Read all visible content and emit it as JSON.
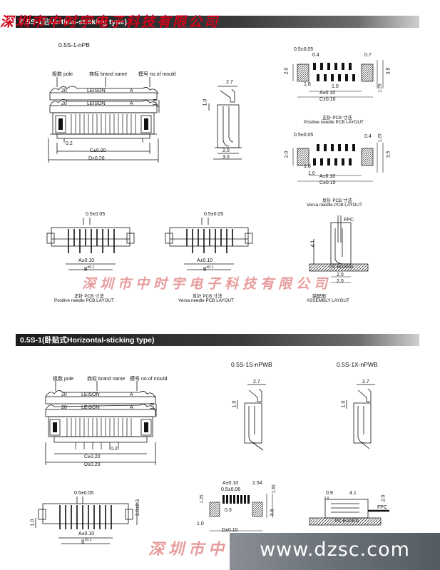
{
  "watermark": {
    "text": "深圳市中时宇电子科技有限公司",
    "text_short": "深圳市中",
    "site": "www.dzsc.com"
  },
  "section1": {
    "bar_visible": "0.5S-1",
    "bar_hidden": "Vertical-sticking type)",
    "bar_mid": "贴",
    "model": "0.5S-1-nPB",
    "pole_label": "极数 pole",
    "brand_label": "商标 brand name",
    "mould_label": "模号 no.of mould",
    "num_20": "20",
    "leison": "LEISON",
    "letter_a": "A",
    "dim_1_0": "1.0",
    "dim_0_2": "0.2",
    "dim_c": "C±0.20",
    "dim_d": "D±0.20",
    "side_2_7": "2.7",
    "side_1_0": "1.0",
    "side_2_0": "2.0",
    "side_3_0": "3.0",
    "pcb1": {
      "d05": "0.5±0.05",
      "d04": "0.4",
      "d07": "0.7",
      "d20": "2.0",
      "d18": "1.8",
      "d10": "1.0",
      "d35": "3.5",
      "d125": "1.25",
      "da": "A±0.10",
      "dc": "C±0.10",
      "cap_cn": "正针 PCB 寸法",
      "cap_en": "Positive needle PCB LAYOUT"
    },
    "pcb2": {
      "d05": "0.5±0.05",
      "d04": "0.4",
      "d125": "1.25",
      "d20": "2.0",
      "d18": "1.8",
      "d10": "1.0",
      "d35": "3.5",
      "da": "A±0.10",
      "dc": "C±0.10",
      "cap_cn": "反针 PCB 寸法",
      "cap_en": "Versa needle PCB LAYOUT"
    },
    "bottom": {
      "d05a": "0.5±0.05",
      "d05b": "0.5±0.05",
      "da1": "A±0.10",
      "db1": "B",
      "sup1": "±0.1",
      "da2": "A±0.10",
      "db2": "B",
      "sup2": "±0.1",
      "cap1_cn": "正针 PCB 寸法",
      "cap1_en": "Positive needle PCB LAYOUT",
      "cap2_cn": "反针 PCB 寸法",
      "cap2_en": "Versa needle PCB LAYOUT"
    },
    "assembly": {
      "fpc": "FPC",
      "d41": "4.1",
      "d20a": "2.0",
      "d20b": "2.0",
      "board": "PC BOARD",
      "cap_cn": "装配图",
      "cap_en": "ASSEMBLY LAYOUT"
    }
  },
  "section2": {
    "bar": "0.5S-1(卧贴式Horizontal-sticking type)",
    "model1": "0.5S-1S-nPWB",
    "model2": "0.5S-1X-nPWB",
    "pole_label": "极数 pole",
    "brand_label": "商标 brand name",
    "mould_label": "模号 no.of mould",
    "num_20": "20",
    "leison": "LEISON",
    "letter_a": "A",
    "dim_1_0": "1.0",
    "dim_0_2": "0.2",
    "dim_c": "C±0.20",
    "dim_d": "D±0.20",
    "s1_27": "2.7",
    "s1_10": "1.0",
    "s2_27": "2.7",
    "s2_10": "1.0",
    "bottom": {
      "d05": "0.5±0.05",
      "d20_03": "2.0±0.3",
      "d10": "1.0",
      "da": "A±0.10",
      "db": "B",
      "sup": "±0.1"
    },
    "pcb": {
      "da": "A±0.10",
      "d254": "2.54",
      "d05": "0.5±0.06",
      "d125": "1.25",
      "d145": "1.45",
      "d03": "0.3",
      "d38": "3.8",
      "d10": "1.0",
      "dd": "D±0.10"
    },
    "assembly": {
      "d09": "0.9",
      "d41": "4.1",
      "d20": "2.0",
      "fpc": "FPC",
      "board": "PC BOARD"
    }
  }
}
